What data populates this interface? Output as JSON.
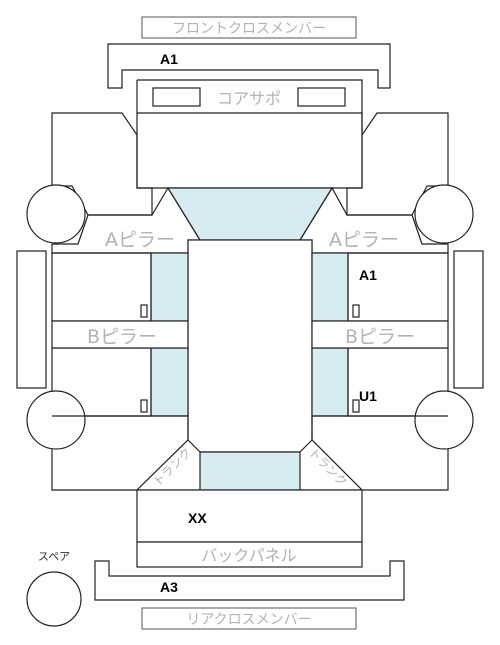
{
  "labels": {
    "front_cross_member": "フロントクロスメンバー",
    "core_support": "コアサポ",
    "a_pillar_left": "Aピラー",
    "a_pillar_right": "Aピラー",
    "b_pillar_left": "Bピラー",
    "b_pillar_right": "Bピラー",
    "back_panel": "バックパネル",
    "rear_cross_member": "リアクロスメンバー",
    "spare": "スペア",
    "trunk_left": "トランク",
    "trunk_right": "トランク"
  },
  "codes": {
    "front_cross_member": "A1",
    "right_upper": "A1",
    "right_lower": "U1",
    "trunk": "XX",
    "rear_cross_member": "A3"
  },
  "colors": {
    "glass": "#d6ebf2",
    "outline": "#222222",
    "label_gray": "#b3b3b3"
  }
}
